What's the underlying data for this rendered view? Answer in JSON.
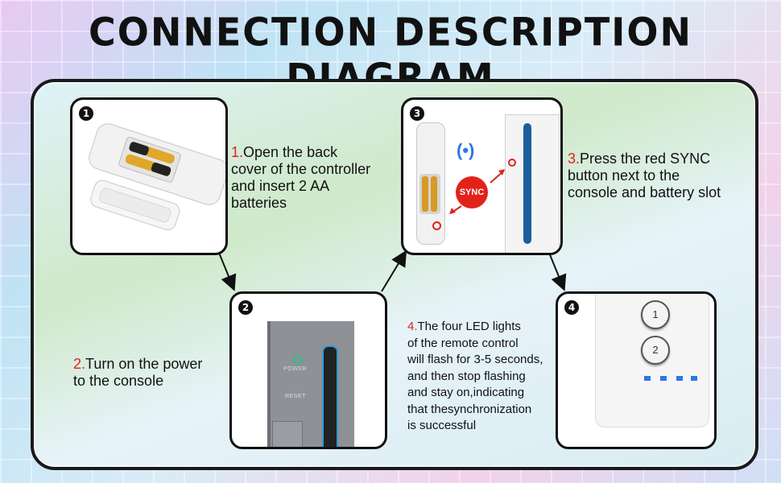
{
  "title": "CONNECTION DESCRIPTION DIAGRAM",
  "steps": [
    {
      "badge": "1",
      "number": "1.",
      "line1": "Open the back",
      "line2": "cover of the controller",
      "line3": "and insert 2 AA",
      "line4": "batteries"
    },
    {
      "badge": "2",
      "number": "2.",
      "line1": "Turn on the power",
      "line2": "to the console"
    },
    {
      "badge": "3",
      "number": "3.",
      "line1": "Press the red SYNC",
      "line2": "button next to the",
      "line3": "console and battery slot"
    },
    {
      "badge": "4",
      "number": "4.",
      "line1": "The four LED lights",
      "line2": "of the remote control",
      "line3": "will flash for 3-5 seconds,",
      "line4": "and then stop flashing",
      "line5": "and stay on,indicating",
      "line6": "that thesynchronization",
      "line7": "is successful"
    }
  ],
  "sync_label": "SYNC",
  "power_label": "POWER",
  "reset_label": "RESET",
  "remote_buttons": [
    "1",
    "2"
  ],
  "colors": {
    "accent": "#e2231a",
    "border": "#111111",
    "led": "#2b78e4",
    "console": "#8f9296"
  }
}
